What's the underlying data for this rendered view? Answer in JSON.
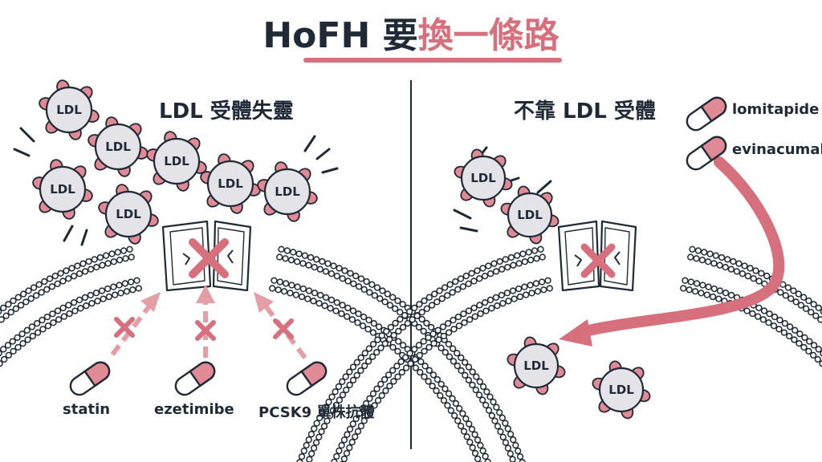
{
  "title": {
    "main": "HoFH 要",
    "highlight": "換一條路"
  },
  "colors": {
    "accent": "#d5707c",
    "ink": "#1f2a36",
    "particle_body": "#e3e3e8",
    "particle_bump": "#e08a95"
  },
  "left_panel": {
    "heading": "LDL 受體失靈",
    "particle_label": "LDL",
    "drugs": [
      {
        "name": "statin",
        "blocked": true
      },
      {
        "name": "ezetimibe",
        "blocked": true
      },
      {
        "name": "PCSK9 單株抗體",
        "blocked": true
      }
    ]
  },
  "right_panel": {
    "heading": "不靠 LDL 受體",
    "particle_label": "LDL",
    "drugs": [
      {
        "name": "lomitapide"
      },
      {
        "name": "evinacumab"
      }
    ]
  },
  "icons": [
    "ldl-particle-icon",
    "broken-receptor-icon",
    "block-x-icon",
    "capsule-icon",
    "arrow-icon"
  ]
}
